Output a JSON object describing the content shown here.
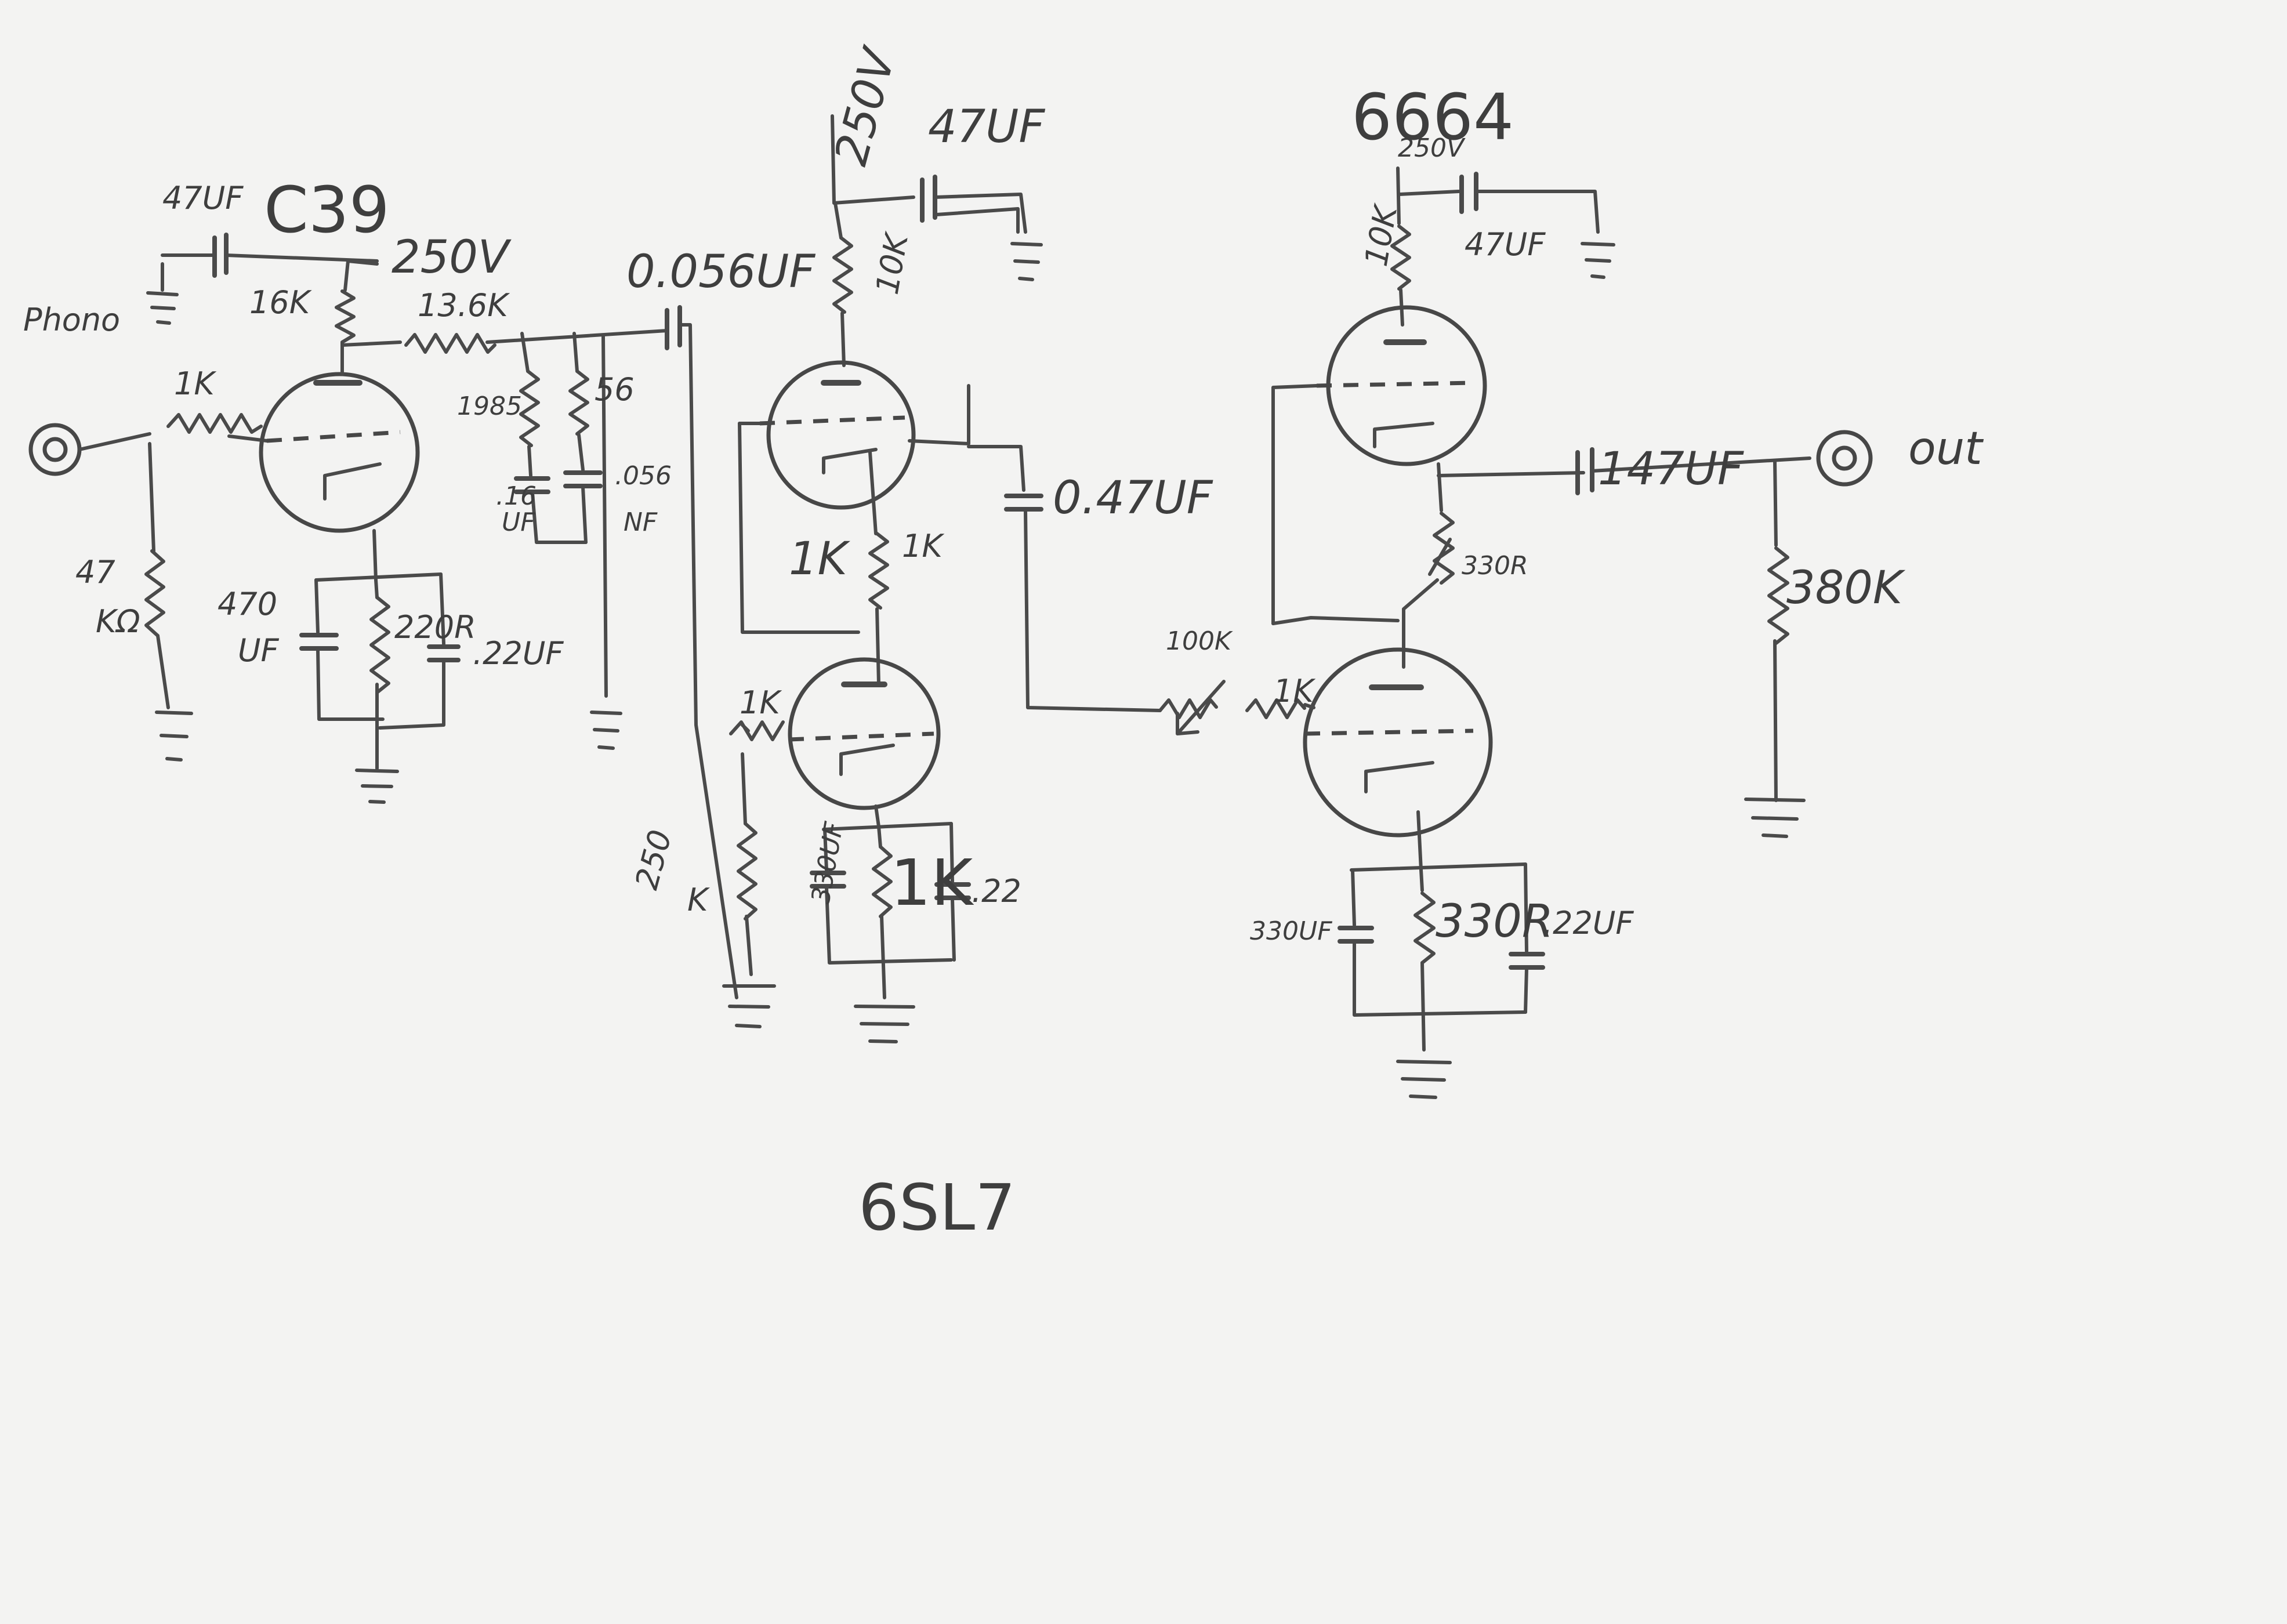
{
  "labels": {
    "c1_47uf": "47UF",
    "c39": "C39",
    "v250_1": "250V",
    "phono": "Phono",
    "r_16k": "16K",
    "r_13_6k": "13.6K",
    "r_1k_in": "1K",
    "r_47k_a": "47",
    "r_47k_b": "KΩ",
    "c_470": "470",
    "c_470_uf": "UF",
    "r_220": "220R",
    "c_022_1": ".22UF",
    "r_1985": "1985",
    "r_56": "56",
    "c_16_a": ".16",
    "c_16_b": "UF",
    "c_056_a": ".056",
    "c_056_b": "NF",
    "c_0056": "0.056UF",
    "v250_2": "250V",
    "c_47uf_2": "47UF",
    "r_10k": "10K",
    "r_1k_a": "1K",
    "r_1k_b": "1K",
    "c_047": "0.47UF",
    "r_1k_g": "1K",
    "r_250k_a": "250",
    "r_250k_b": "K",
    "c_330_a": "330UF",
    "r_1k_c": "1K",
    "c_022_2": ".22",
    "tube_6sl7": "6SL7",
    "tube_6c64": "6664",
    "v250_3": "250V",
    "r_10k_2": "10K",
    "c_47uf_3": "47UF",
    "c_147": "147UF",
    "out": "out",
    "r_330_top": "330R",
    "r_380k": "380K",
    "r_100k": "100K",
    "r_1k_2": "1K",
    "c_330_b": "330UF",
    "r_330_bot": "330R",
    "c_022_3": ".22UF"
  }
}
